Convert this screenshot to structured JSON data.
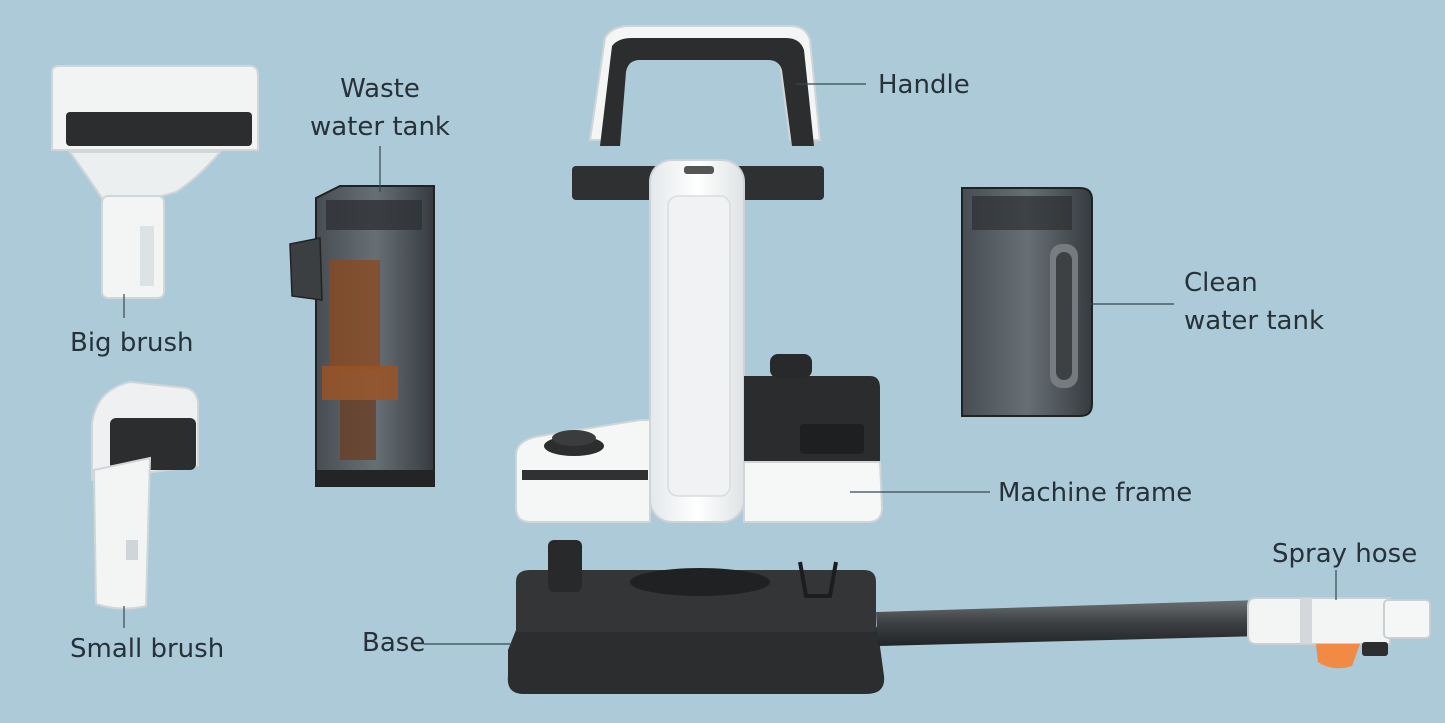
{
  "labels": {
    "handle": "Handle",
    "waste_tank_line1": "Waste",
    "waste_tank_line2": "water tank",
    "clean_tank_line1": "Clean",
    "clean_tank_line2": "water tank",
    "machine_frame": "Machine frame",
    "spray_hose": "Spray hose",
    "base": "Base",
    "big_brush": "Big brush",
    "small_brush": "Small brush"
  },
  "colors": {
    "background": "#adcad9",
    "leader_line": "#37474f",
    "plastic_dark": "#2b2d2f",
    "plastic_white": "#f7f8f8",
    "tank_tint": "#4a4e52",
    "filter_brown": "#8a4a22",
    "trigger_orange": "#f08a45"
  }
}
